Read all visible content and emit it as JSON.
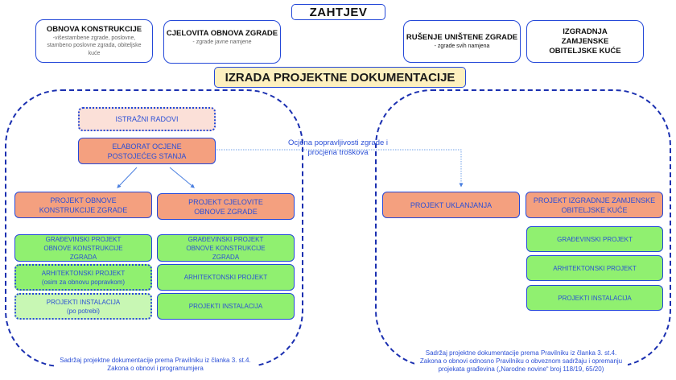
{
  "title": "ZAHTJEV",
  "requests": [
    {
      "title": "OBNOVA KONSTRUKCIJE",
      "subtitle": "-višestambene zgrade, poslovne, stambeno poslovne zgrada, obiteljske kuće"
    },
    {
      "title": "CJELOVITA OBNOVA ZGRADE",
      "subtitle": "- zgrade javne namjene"
    },
    {
      "title": "RUŠENJE UNIŠTENE ZGRADE",
      "subtitle": "- zgrade svih namjena"
    },
    {
      "title": "IZGRADNJA ZAMJENSKE OBITELJSKE KUĆE",
      "subtitle": ""
    }
  ],
  "main_heading": "IZRADA PROJEKTNE DOKUMENTACIJE",
  "left_region": {
    "research": "ISTRAŽNI RADOVI",
    "assessment": "ELABORAT OCJENE POSTOJEĆEG STANJA",
    "projects": [
      {
        "title": "PROJEKT OBNOVE KONSTRUKCIJE ZGRADE",
        "items": [
          {
            "label": "GRAĐEVINSKI PROJEKT OBNOVE KONSTRUKCIJE ZGRADA",
            "note": ""
          },
          {
            "label": "ARHITEKTONSKI PROJEKT",
            "note": "(osim za obnovu popravkom)"
          },
          {
            "label": "PROJEKTI INSTALACIJA",
            "note": "(po potrebi)"
          }
        ]
      },
      {
        "title": "PROJEKT CJELOVITE OBNOVE ZGRADE",
        "items": [
          {
            "label": "GRAĐEVINSKI PROJEKT OBNOVE KONSTRUKCIJE ZGRADA",
            "note": ""
          },
          {
            "label": "ARHITEKTONSKI PROJEKT",
            "note": ""
          },
          {
            "label": "PROJEKTI INSTALACIJA",
            "note": ""
          }
        ]
      }
    ],
    "footnote": "Sadržaj projektne dokumentacije prema Pravilniku iz članka 3. st.4. Zakona o obnovi i programumjera"
  },
  "connector_label": "Ocjena popravljivosti zgrade i procjena troškova",
  "right_region": {
    "projects": [
      {
        "title": "PROJEKT UKLANJANJA",
        "items": []
      },
      {
        "title": "PROJEKT IZGRADNJE ZAMJENSKE OBITELJSKE KUĆE",
        "items": [
          {
            "label": "GRAĐEVINSKI PROJEKT"
          },
          {
            "label": "ARHITEKTONSKI PROJEKT"
          },
          {
            "label": "PROJEKTI INSTALACIJA"
          }
        ]
      }
    ],
    "footnote": "Sadržaj projektne dokumentacije prema Pravilniku iz članka 3. st.4. Zakona o obnovi odnosno Pravilniku o obveznom sadržaju i opremanju projekata građevina („Narodne novine“ broj 118/19, 65/20)"
  },
  "colors": {
    "border_blue": "#2448d8",
    "text_blue": "#2b4fd6",
    "orange_fill": "#f4a07f",
    "green_fill": "#90f070",
    "heading_fill": "#fdf0bf"
  }
}
